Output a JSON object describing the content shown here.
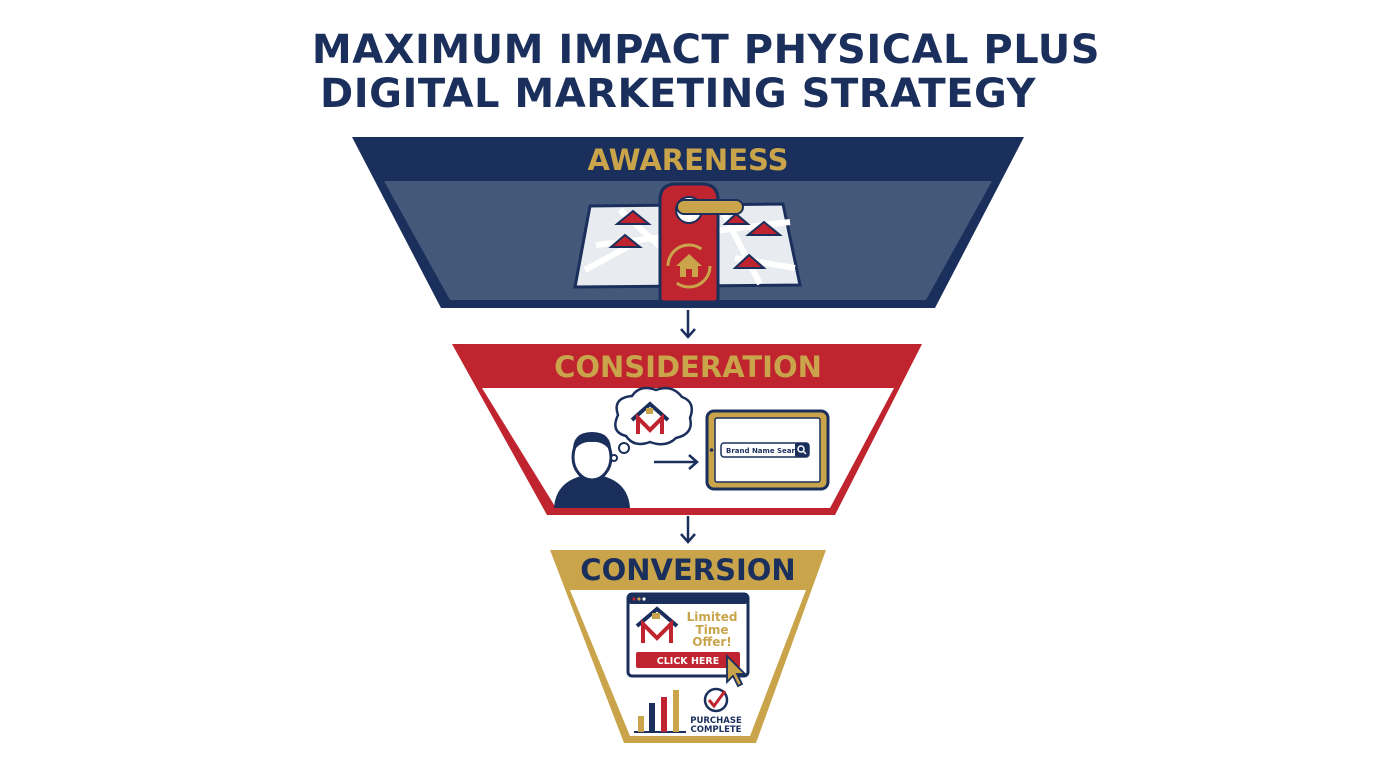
{
  "title": {
    "line1": "MAXIMUM IMPACT PHYSICAL PLUS",
    "line2": "DIGITAL MARKETING STRATEGY"
  },
  "stages": [
    {
      "label": "AWARENESS"
    },
    {
      "label": "CONSIDERATION",
      "search_placeholder": "Brand Name Search"
    },
    {
      "label": "CONVERSION",
      "offer": [
        "Limited",
        "Time",
        "Offer!"
      ],
      "cta": "CLICK HERE",
      "status": [
        "PURCHASE",
        "COMPLETE"
      ]
    }
  ],
  "colors": {
    "navy": "#1b2f5c",
    "slate": "#44587a",
    "red": "#c0242e",
    "gold": "#c9a44a",
    "white": "#ffffff"
  },
  "icons": [
    "map-icon",
    "door-hanger-icon",
    "house-refresh-icon",
    "person-icon",
    "thought-bubble-icon",
    "brand-logo-icon",
    "tablet-icon",
    "search-icon",
    "browser-window-icon",
    "cursor-icon",
    "bar-chart-icon",
    "checkmark-icon",
    "arrow-down-icon",
    "arrow-right-icon"
  ]
}
